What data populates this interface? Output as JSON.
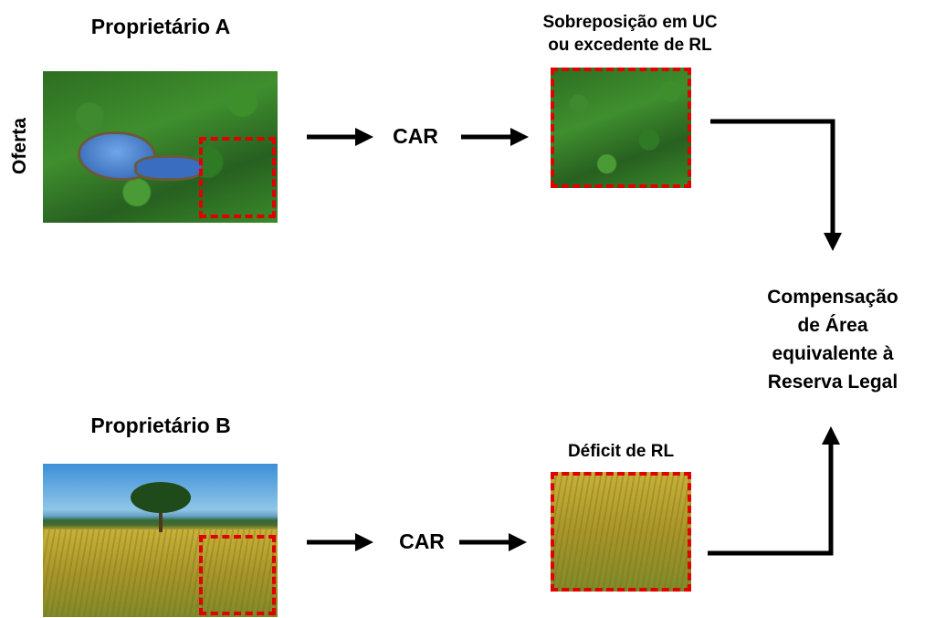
{
  "top": {
    "owner_label": "Proprietário A",
    "side_label": "Oferta",
    "step_label": "CAR",
    "result_label_line1": "Sobreposição em UC",
    "result_label_line2": "ou excedente de RL"
  },
  "bottom": {
    "owner_label": "Proprietário B",
    "step_label": "CAR",
    "result_label": "Déficit de RL"
  },
  "outcome": {
    "lines": [
      "Compensação",
      "de Área",
      "equivalente à",
      "Reserva Legal"
    ]
  },
  "colors": {
    "dash": "#e00000",
    "arrow": "#000000"
  }
}
